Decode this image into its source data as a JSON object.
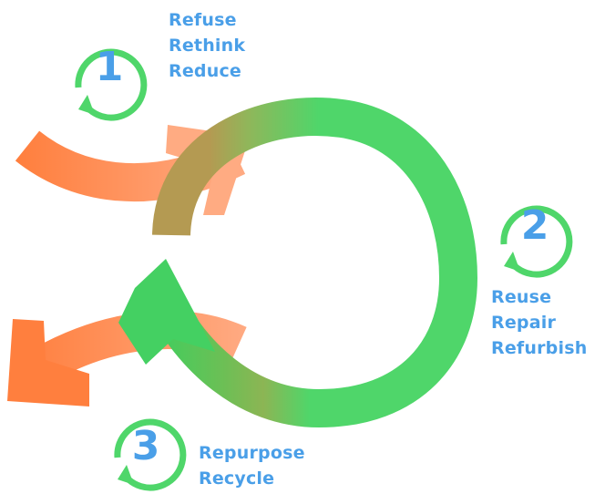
{
  "colors": {
    "loop_green": "#4fd66a",
    "arrow_orange": "#ff7f40",
    "text_blue": "#4a9fe8",
    "background": "#ffffff"
  },
  "steps": [
    {
      "number": "1",
      "icon": "circular-arrow-icon",
      "actions": [
        "Refuse",
        "Rethink",
        "Reduce"
      ]
    },
    {
      "number": "2",
      "icon": "circular-arrow-icon",
      "actions": [
        "Reuse",
        "Repair",
        "Refurbish"
      ]
    },
    {
      "number": "3",
      "icon": "circular-arrow-icon",
      "actions": [
        "Repurpose",
        "Recycle"
      ]
    }
  ]
}
